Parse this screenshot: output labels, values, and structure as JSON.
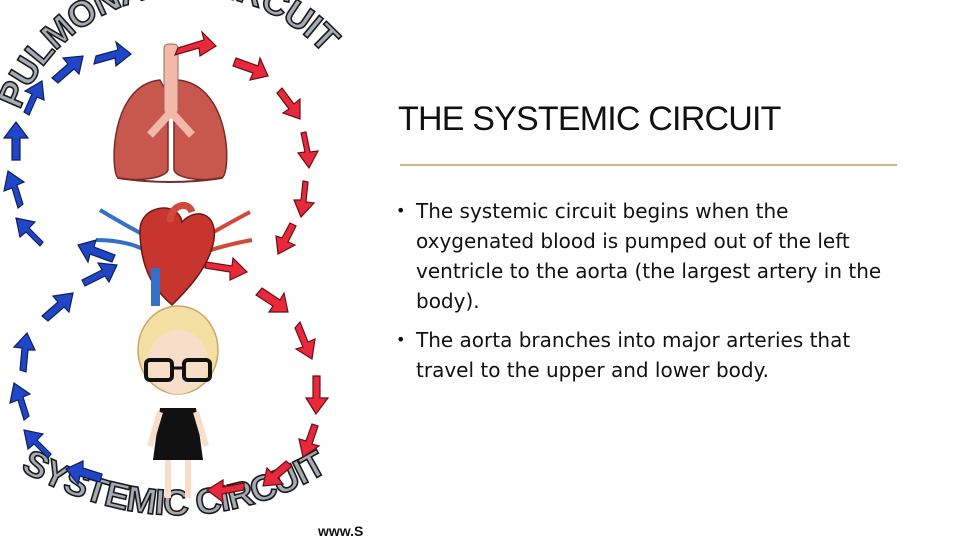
{
  "slide": {
    "title": "THE SYSTEMIC CIRCUIT",
    "bullets": [
      " The systemic circuit begins when the oxygenated blood is pumped out of the left ventricle to the aorta (the largest artery in the body).",
      "The aorta branches into major arteries that travel to the upper and lower body."
    ],
    "bullet_glyph": "•"
  },
  "illustration": {
    "top_label": "PULMONARY CIRCUIT",
    "bottom_label": "SYSTEMIC CIRCUIT",
    "watermark": "www.S",
    "colors": {
      "oxygenated_arrow": "#e8283b",
      "deoxygenated_arrow": "#2046c8",
      "label_fill": "#a5aab4",
      "lungs": "#c8574e",
      "trachea": "#f2b8a8",
      "heart": "#c8342e",
      "accent_line": "#d2b48c"
    }
  }
}
